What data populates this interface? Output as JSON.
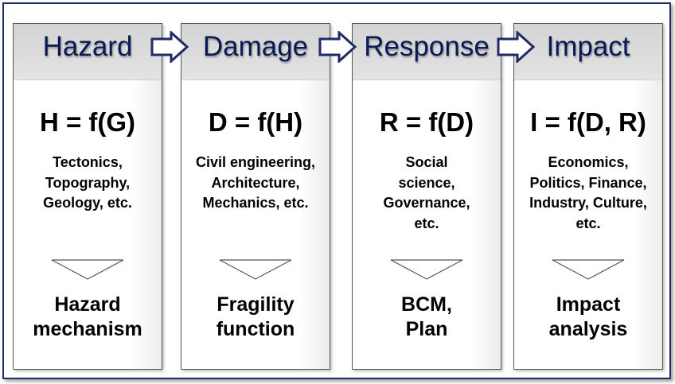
{
  "colors": {
    "title": "#0b1a55",
    "frame": "#1f2a66",
    "arrow_stroke": "#1f2a66"
  },
  "columns": [
    {
      "title": "Hazard",
      "formula": "H = f(G)",
      "fields": [
        "Tectonics,",
        "Topography,",
        "Geology, etc."
      ],
      "result": [
        "Hazard",
        "mechanism"
      ]
    },
    {
      "title": "Damage",
      "formula": "D = f(H)",
      "fields": [
        "Civil engineering,",
        "Architecture,",
        "Mechanics, etc."
      ],
      "result": [
        "Fragility",
        "function"
      ]
    },
    {
      "title": "Response",
      "formula": "R = f(D)",
      "fields": [
        "Social",
        "science,",
        "Governance,",
        "etc."
      ],
      "result": [
        "BCM,",
        "Plan"
      ]
    },
    {
      "title": "Impact",
      "formula": "I = f(D, R)",
      "fields": [
        "Economics,",
        "Politics, Finance,",
        "Industry, Culture,",
        "etc."
      ],
      "result": [
        "Impact",
        "analysis"
      ]
    }
  ],
  "icons": {
    "flow_arrow": "right-block-arrow-icon",
    "down_marker": "down-triangle-icon"
  }
}
